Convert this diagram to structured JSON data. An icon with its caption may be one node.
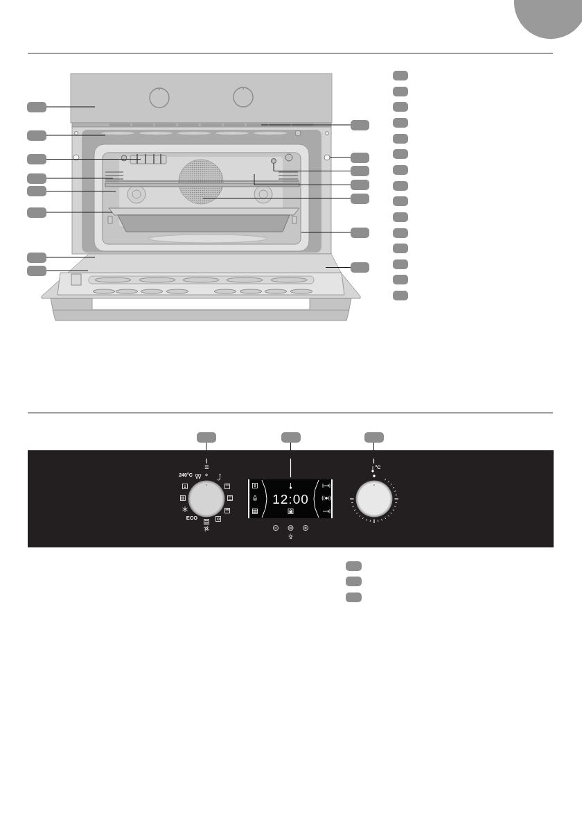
{
  "diagram": {
    "nodes": [
      {
        "text": [],
        "shape": "box"
      },
      {
        "text": [],
        "shape": "box"
      },
      {
        "text": [],
        "shape": "box"
      },
      {
        "text": [],
        "shape": "box"
      },
      {
        "text": [],
        "shape": "box"
      },
      {
        "text": [],
        "shape": "box"
      },
      {
        "text": [],
        "shape": "box"
      },
      {
        "text": [],
        "shape": "box"
      },
      {
        "text": [],
        "shape": "box"
      },
      {
        "text": [],
        "shape": "box"
      },
      {
        "text": [],
        "shape": "box"
      },
      {
        "text": [],
        "shape": "box"
      },
      {
        "text": [],
        "shape": "box"
      },
      {
        "text": [],
        "shape": "box"
      },
      {
        "text": [],
        "shape": "box"
      },
      {
        "text": [],
        "shape": "box"
      },
      {
        "text": [],
        "shape": "box"
      },
      {
        "text": [],
        "shape": "box"
      },
      {
        "text": [],
        "shape": "box"
      },
      {
        "text": [],
        "shape": "box"
      },
      {
        "text": [],
        "shape": "box"
      },
      {
        "text": [],
        "shape": "box"
      },
      {
        "text": [],
        "shape": "box"
      },
      {
        "text": [],
        "shape": "box"
      },
      {
        "text": [],
        "shape": "box"
      },
      {
        "text": [],
        "shape": "box"
      },
      {
        "text": [],
        "shape": "box"
      },
      {
        "text": [],
        "shape": "box"
      },
      {
        "text": [],
        "shape": "box"
      },
      {
        "text": [],
        "shape": "box"
      },
      {
        "text": [],
        "shape": "box"
      },
      {
        "text": [],
        "shape": "box"
      },
      {
        "text": [],
        "shape": "box"
      },
      {
        "text": [
          "240°C",
          "ECO",
          "°C"
        ]
      },
      {
        "text": [
          "12:00"
        ],
        "in": 33
      },
      {
        "text": [],
        "shape": "box"
      },
      {
        "text": [],
        "shape": "box"
      },
      {
        "text": [],
        "shape": "box"
      }
    ],
    "edges": [
      {
        "from": 0,
        "to": null,
        "arrow": "none"
      },
      {
        "from": 1,
        "to": null,
        "arrow": "none"
      },
      {
        "from": 2,
        "to": null,
        "arrow": "none"
      },
      {
        "from": 3,
        "to": null,
        "arrow": "none"
      },
      {
        "from": 4,
        "to": null,
        "arrow": "none"
      },
      {
        "from": 5,
        "to": null,
        "arrow": "none"
      },
      {
        "from": 6,
        "to": null,
        "arrow": "none"
      },
      {
        "from": 7,
        "to": null,
        "arrow": "none"
      },
      {
        "from": 8,
        "to": null,
        "arrow": "none"
      },
      {
        "from": 9,
        "to": null,
        "arrow": "none"
      },
      {
        "from": 10,
        "to": null,
        "arrow": "none"
      },
      {
        "from": 11,
        "to": null,
        "arrow": "none"
      },
      {
        "from": 12,
        "to": null,
        "arrow": "none"
      },
      {
        "from": 13,
        "to": null,
        "arrow": "none"
      },
      {
        "from": 14,
        "to": null,
        "arrow": "none"
      },
      {
        "from": 30,
        "to": 33,
        "arrow": "none"
      },
      {
        "from": 31,
        "to": 33,
        "arrow": "none"
      },
      {
        "from": 32,
        "to": 33,
        "arrow": "none"
      }
    ]
  }
}
